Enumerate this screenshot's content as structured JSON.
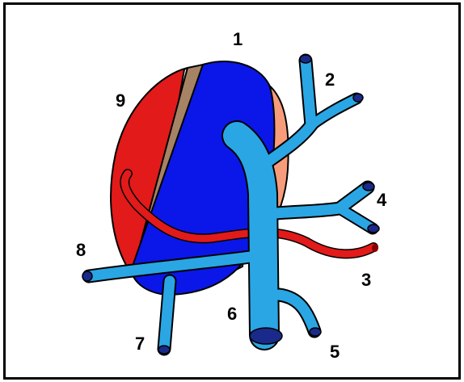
{
  "labels": {
    "l1": "1",
    "l2": "2",
    "l3": "3",
    "l4": "4",
    "l5": "5",
    "l6": "6",
    "l7": "7",
    "l8": "8",
    "l9": "9"
  },
  "colors": {
    "blue_dark": "#0b17e8",
    "blue_light": "#2aa6e4",
    "vessel_dark": "#1a2a8a",
    "red": "#e21a1a",
    "tan": "#a58364",
    "salmon": "#f79c7a",
    "outline": "#000000"
  }
}
